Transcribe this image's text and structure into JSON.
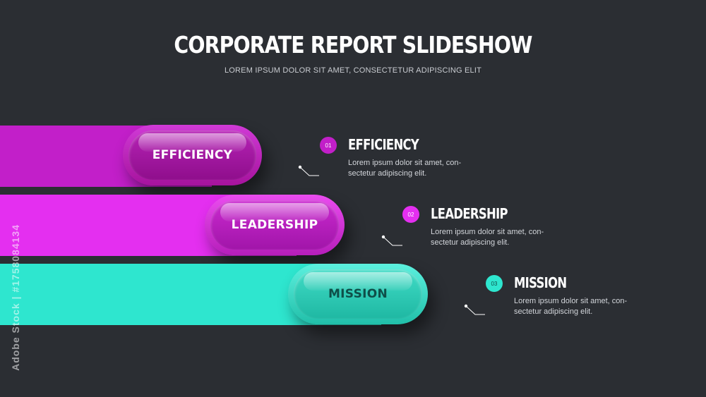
{
  "header": {
    "title": "CORPORATE REPORT SLIDESHOW",
    "subtitle": "LOREM IPSUM DOLOR SIT AMET, CONSECTETUR ADIPISCING ELIT"
  },
  "items": [
    {
      "pill_label": "EFFICIENCY",
      "number": "01",
      "heading": "EFFICIENCY",
      "desc_line1": "Lorem ipsum dolor sit amet, con-",
      "desc_line2": "sectetur adipiscing elit.",
      "color": "#c21fc9"
    },
    {
      "pill_label": "LEADERSHIP",
      "number": "02",
      "heading": "LEADERSHIP",
      "desc_line1": "Lorem ipsum dolor sit amet, con-",
      "desc_line2": "sectetur adipiscing elit.",
      "color": "#e42ff0"
    },
    {
      "pill_label": "MISSION",
      "number": "03",
      "heading": "MISSION",
      "desc_line1": "Lorem ipsum dolor sit amet, con-",
      "desc_line2": "sectetur adipiscing elit.",
      "color": "#2ee6cf"
    }
  ],
  "watermark": "Adobe Stock | #1758084134"
}
